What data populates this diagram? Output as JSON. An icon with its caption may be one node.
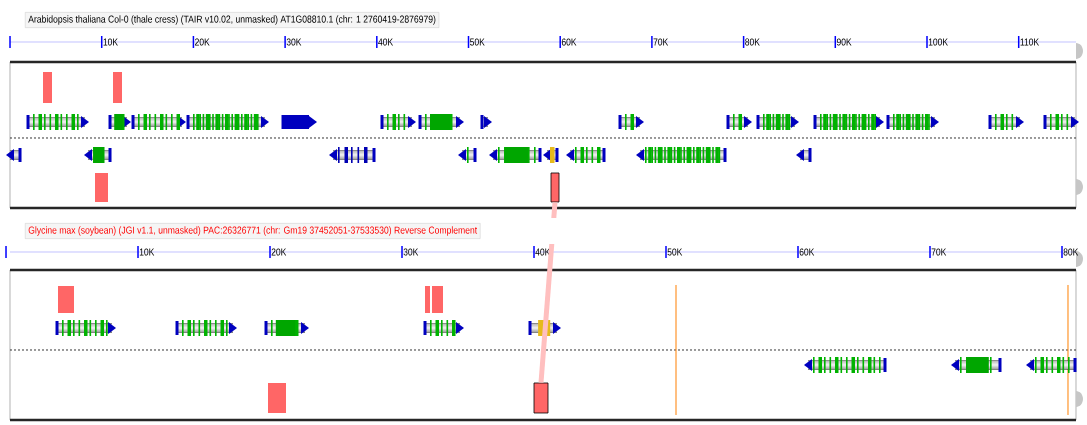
{
  "diagram": {
    "nodes": [
      {
        "text": [
          "Arabidopsis thaliana Col-0 (thale cress) (TAIR v10.02, unmasked) AT1G08810.1 (chr: 1 2760419-2876979)"
        ]
      },
      {
        "text": [
          "Glycine max (soybean) (JGI v1.1, unmasked) PAC:26326771 (chr: Gm19 37452051-37533530) Reverse Complement"
        ]
      },
      {
        "text": [],
        "shape": "box"
      },
      {
        "text": [],
        "shape": "box"
      }
    ],
    "edges": [
      {
        "from": 2,
        "to": 3,
        "arrow": "none"
      }
    ],
    "labels": [
      "10K",
      "20K",
      "30K",
      "40K",
      "50K",
      "60K",
      "70K",
      "80K",
      "90K",
      "100K",
      "110K",
      "10K",
      "20K",
      "30K",
      "40K",
      "50K",
      "60K",
      "70K",
      "80K"
    ]
  }
}
